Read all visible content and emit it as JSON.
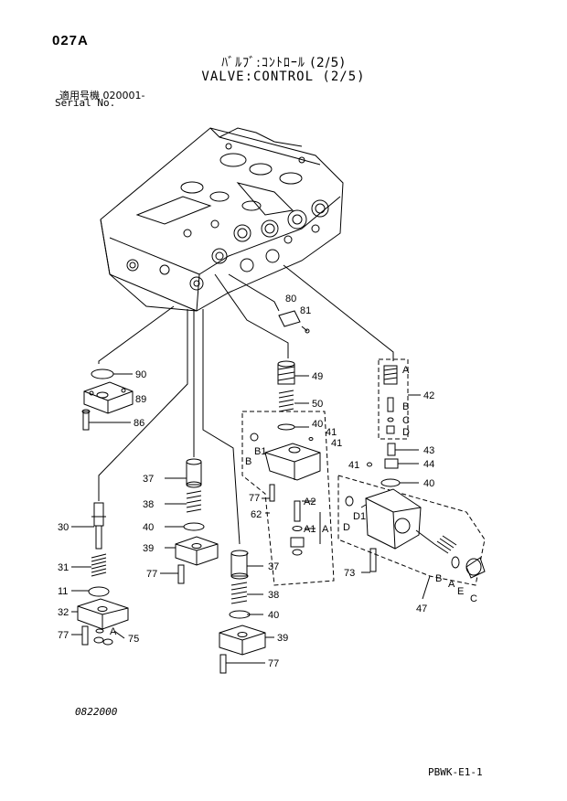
{
  "header": {
    "page_code": "027A",
    "title_jp": "ﾊﾞﾙﾌﾞ:ｺﾝﾄﾛｰﾙ (2/5)",
    "title_en": "VALVE:CONTROL (2/5)",
    "serial_jp": "適用号機  020001-",
    "serial_en": "Serial No."
  },
  "footer": {
    "doc_number": "0822000",
    "sheet_code": "PBWK-E1-1"
  },
  "callouts": {
    "c80": "80",
    "c81a": "81",
    "c90": "90",
    "c89": "89",
    "c86": "86",
    "c49": "49",
    "c50": "50",
    "c40a": "40",
    "c41a": "41",
    "c41b": "41",
    "c42": "42",
    "cA42": "A",
    "cB42": "B",
    "cC42": "C",
    "cD42": "D",
    "c43": "43",
    "c44": "44",
    "c41c": "41",
    "c40b": "40",
    "cB1": "B1",
    "cB": "B",
    "c77a": "77",
    "cA2": "A2",
    "cA1": "A1",
    "cA": "A",
    "c62": "62",
    "c37a": "37",
    "c38a": "38",
    "c40c": "40",
    "c39a": "39",
    "c77b": "77",
    "c30": "30",
    "c31": "31",
    "c11": "11",
    "c32": "32",
    "c77c": "77",
    "cA75": "A",
    "c75": "75",
    "c37b": "37",
    "c38b": "38",
    "c40d": "40",
    "c39b": "39",
    "c77d": "77",
    "cD": "D",
    "cD1": "D1",
    "c73": "73",
    "cB47": "B",
    "cA47": "A",
    "cE47": "E",
    "cC47": "C",
    "c47": "47"
  }
}
